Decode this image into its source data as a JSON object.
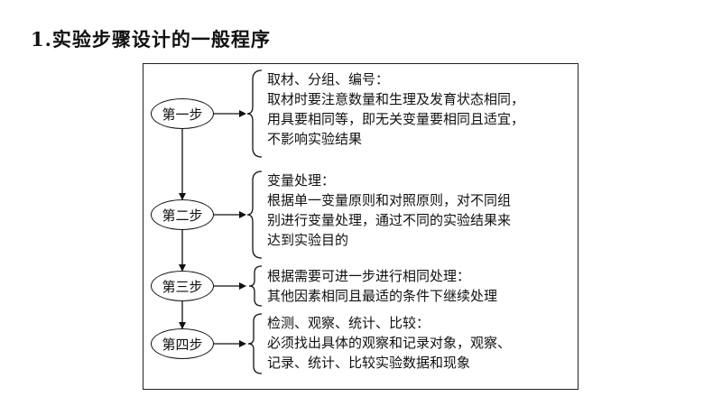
{
  "heading": "1.实验步骤设计的一般程序",
  "steps": [
    {
      "label": "第一步",
      "lines": [
        "取材、分组、编号：",
        "取材时要注意数量和生理及发育状态相同，",
        "用具要相同等，即无关变量要相同且适宜，",
        "不影响实验结果"
      ]
    },
    {
      "label": "第二步",
      "lines": [
        "变量处理：",
        "根据单一变量原则和对照原则，对不同组",
        "别进行变量处理，通过不同的实验结果来",
        "达到实验目的"
      ]
    },
    {
      "label": "第三步",
      "lines": [
        "根据需要可进一步进行相同处理：",
        "其他因素相同且最适的条件下继续处理"
      ]
    },
    {
      "label": "第四步",
      "lines": [
        "检测、观察、统计、比较：",
        "必须找出具体的观察和记录对象，观察、",
        "记录、统计、比较实验数据和现象"
      ]
    }
  ]
}
